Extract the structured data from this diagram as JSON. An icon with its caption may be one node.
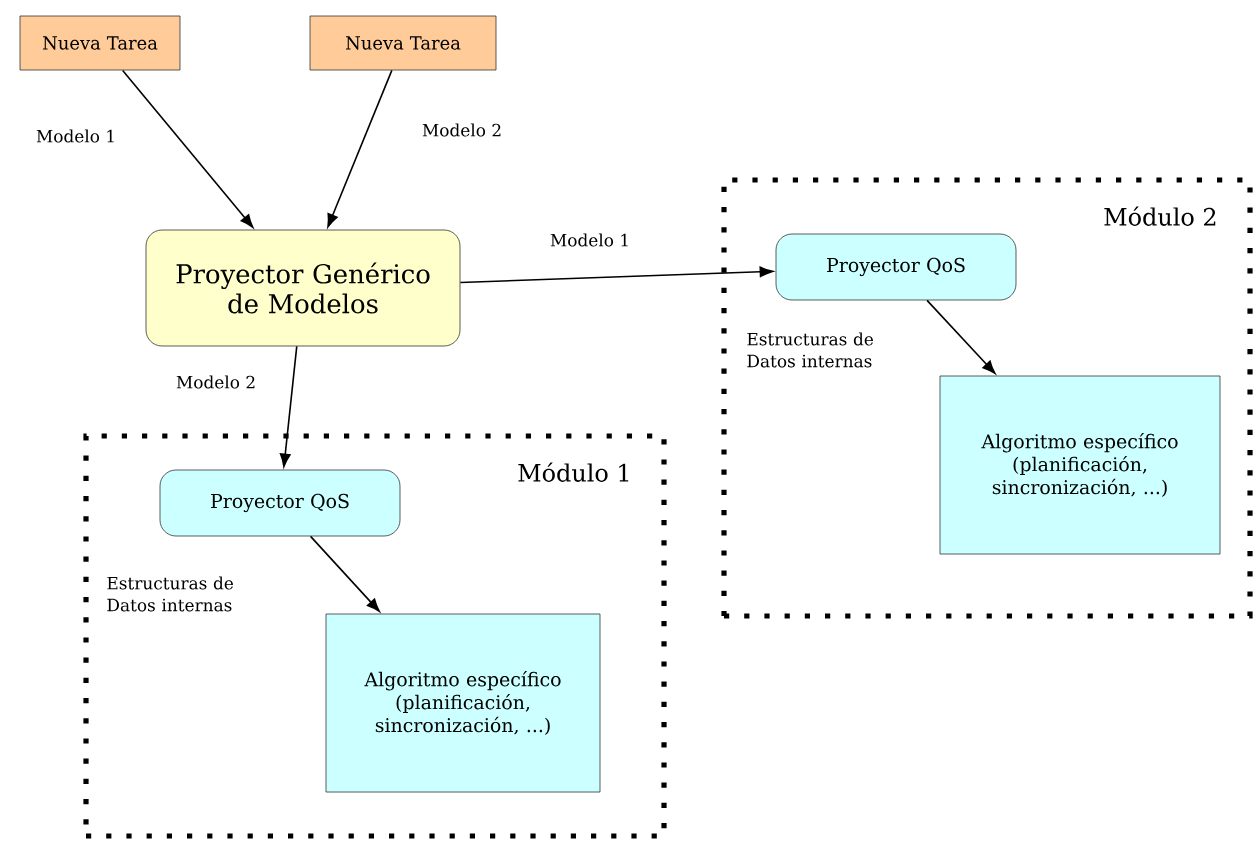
{
  "diagram": {
    "nodes": [
      {
        "text": [
          "Nueva Tarea"
        ]
      },
      {
        "text": [
          "Nueva Tarea"
        ]
      },
      {
        "text": [
          "Proyector Genérico de Modelos"
        ]
      },
      {
        "text": [
          "Módulo 1"
        ]
      },
      {
        "text": [
          "Proyector QoS"
        ],
        "in": 3
      },
      {
        "text": [
          "Algoritmo específico (planificación, sincronización, ...)"
        ],
        "in": 3
      },
      {
        "text": [
          "Módulo 2"
        ]
      },
      {
        "text": [
          "Proyector QoS"
        ],
        "in": 6
      },
      {
        "text": [
          "Algoritmo específico (planificación, sincronización, ...)"
        ],
        "in": 6
      }
    ],
    "edges": [
      {
        "from": 0,
        "to": 2,
        "arrow": "to",
        "label": "Modelo 1"
      },
      {
        "from": 1,
        "to": 2,
        "arrow": "to",
        "label": "Modelo 2"
      },
      {
        "from": 2,
        "to": 7,
        "arrow": "to",
        "label": "Modelo 1"
      },
      {
        "from": 2,
        "to": 4,
        "arrow": "to",
        "label": "Modelo 2"
      },
      {
        "from": 4,
        "to": 5,
        "arrow": "to"
      },
      {
        "from": 7,
        "to": 8,
        "arrow": "to"
      }
    ],
    "labels": [
      "Estructuras de Datos internas",
      "Estructuras de Datos internas"
    ]
  }
}
